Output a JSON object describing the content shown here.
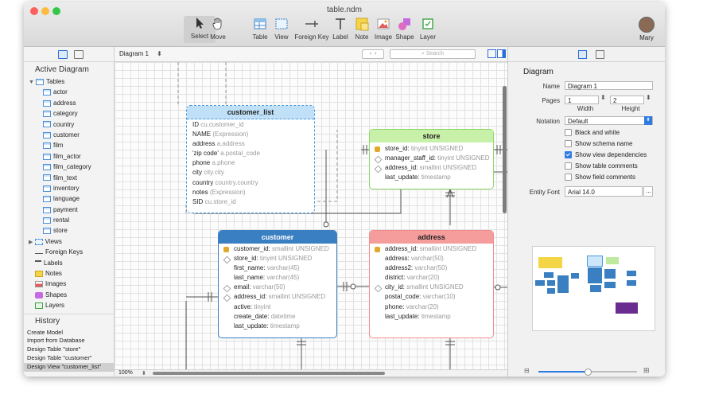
{
  "window": {
    "title": "table.ndm"
  },
  "toolbar": {
    "select": "Select",
    "move": "Move",
    "table": "Table",
    "view": "View",
    "foreign_key": "Foreign Key",
    "label": "Label",
    "note": "Note",
    "image": "Image",
    "shape": "Shape",
    "layer": "Layer",
    "user": "Mary"
  },
  "sidebar": {
    "active_title": "Active Diagram",
    "tables_label": "Tables",
    "tables": [
      "actor",
      "address",
      "category",
      "country",
      "customer",
      "film",
      "film_actor",
      "film_category",
      "film_text",
      "inventory",
      "language",
      "payment",
      "rental",
      "store"
    ],
    "other_items": [
      "Views",
      "Foreign Keys",
      "Labels",
      "Notes",
      "Images",
      "Shapes",
      "Layers"
    ],
    "history_title": "History",
    "history": [
      "Create Model",
      "Import from Database",
      "Design Table \"store\"",
      "Design Table \"customer\"",
      "Design View \"customer_list\""
    ]
  },
  "diagram_bar": {
    "diagram_name": "Diagram 1",
    "search_placeholder": "Search"
  },
  "bottom_bar": {
    "zoom": "100%"
  },
  "entities": {
    "customer_list": {
      "title": "customer_list",
      "rows": [
        {
          "name": "ID",
          "type": "cu.customer_id"
        },
        {
          "name": "NAME",
          "type": "(Expression)"
        },
        {
          "name": "address",
          "type": "a.address"
        },
        {
          "name": "'zip code'",
          "type": "a.postal_code"
        },
        {
          "name": "phone",
          "type": "a.phone"
        },
        {
          "name": "city",
          "type": "city.city"
        },
        {
          "name": "country",
          "type": "country.country"
        },
        {
          "name": "notes",
          "type": "(Expression)"
        },
        {
          "name": "SID",
          "type": "cu.store_id"
        }
      ]
    },
    "store": {
      "title": "store",
      "rows": [
        {
          "name": "store_id:",
          "type": "tinyint UNSIGNED"
        },
        {
          "name": "manager_staff_id:",
          "type": "tinyint UNSIGNED"
        },
        {
          "name": "address_id:",
          "type": "smallint UNSIGNED"
        },
        {
          "name": "last_update:",
          "type": "timestamp"
        }
      ]
    },
    "customer": {
      "title": "customer",
      "rows": [
        {
          "name": "customer_id:",
          "type": "smallint UNSIGNED"
        },
        {
          "name": "store_id:",
          "type": "tinyint UNSIGNED"
        },
        {
          "name": "first_name:",
          "type": "varchar(45)"
        },
        {
          "name": "last_name:",
          "type": "varchar(45)"
        },
        {
          "name": "email:",
          "type": "varchar(50)"
        },
        {
          "name": "address_id:",
          "type": "smallint UNSIGNED"
        },
        {
          "name": "active:",
          "type": "tinyint"
        },
        {
          "name": "create_date:",
          "type": "datetime"
        },
        {
          "name": "last_update:",
          "type": "timestamp"
        }
      ]
    },
    "address": {
      "title": "address",
      "rows": [
        {
          "name": "address_id:",
          "type": "smallint UNSIGNED"
        },
        {
          "name": "address:",
          "type": "varchar(50)"
        },
        {
          "name": "address2:",
          "type": "varchar(50)"
        },
        {
          "name": "district:",
          "type": "varchar(20)"
        },
        {
          "name": "city_id:",
          "type": "smallint UNSIGNED"
        },
        {
          "name": "postal_code:",
          "type": "varchar(10)"
        },
        {
          "name": "phone:",
          "type": "varchar(20)"
        },
        {
          "name": "last_update:",
          "type": "timestamp"
        }
      ]
    }
  },
  "inspector": {
    "section": "Diagram",
    "name_label": "Name",
    "name_value": "Diagram 1",
    "pages_label": "Pages",
    "pages_width": "1",
    "pages_height": "2",
    "width_label": "Width",
    "height_label": "Height",
    "notation_label": "Notation",
    "notation_value": "Default",
    "options": [
      {
        "label": "Black and white",
        "checked": false
      },
      {
        "label": "Show schema name",
        "checked": false
      },
      {
        "label": "Show view dependencies",
        "checked": true
      },
      {
        "label": "Show table comments",
        "checked": false
      },
      {
        "label": "Show field comments",
        "checked": false
      }
    ],
    "font_label": "Entity Font",
    "font_value": "Arial  14.0",
    "font_button": "..."
  },
  "colors": {
    "view_header": "#bfe0f7",
    "store_header": "#c9f0a8",
    "customer_header": "#3a7fc2",
    "address_header": "#f59c9c",
    "accent": "#2f7be4"
  }
}
